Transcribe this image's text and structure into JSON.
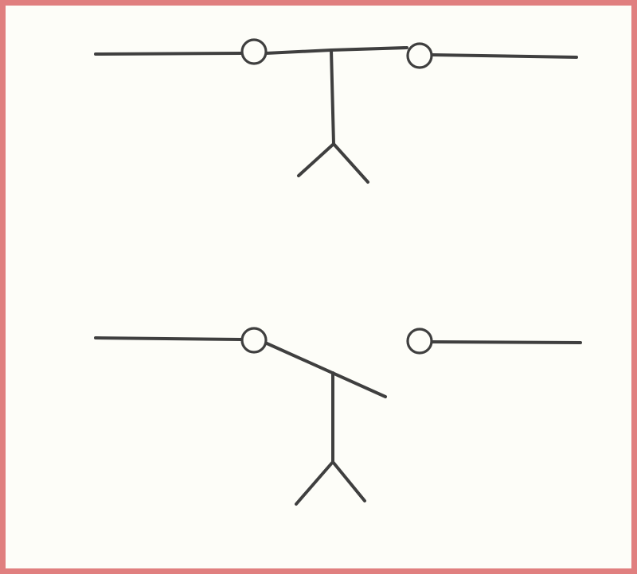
{
  "diagram": {
    "colors": {
      "frame_border": "#e07f7f",
      "background": "#fdfdf8",
      "ink": "#3f3f3f"
    },
    "switches": [
      {
        "name": "closed-switch",
        "state": "closed"
      },
      {
        "name": "open-switch",
        "state": "open"
      }
    ]
  }
}
